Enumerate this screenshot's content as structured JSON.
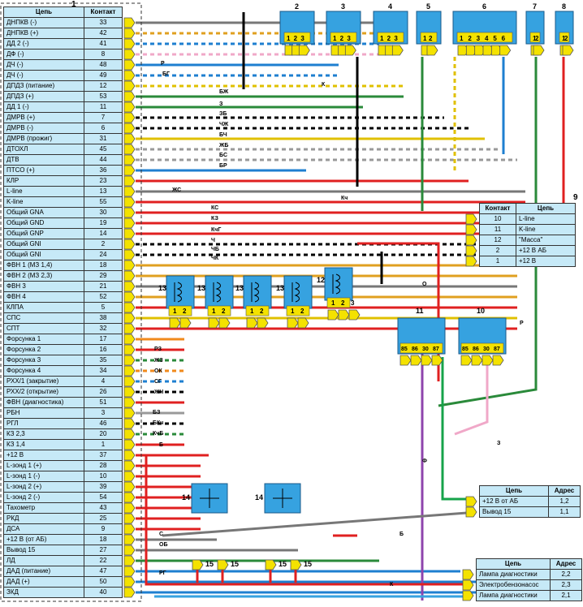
{
  "ecu": {
    "number": "1",
    "col_circuit": "Цепь",
    "col_contact": "Контакт",
    "rows": [
      [
        "ДНПКВ (-)",
        "33"
      ],
      [
        "ДНПКВ (+)",
        "42"
      ],
      [
        "ДД 2 (-)",
        "41"
      ],
      [
        "ДФ (-)",
        "8"
      ],
      [
        "ДЧ (-)",
        "48"
      ],
      [
        "ДЧ (-)",
        "49"
      ],
      [
        "ДПДЗ (питание)",
        "12"
      ],
      [
        "ДПДЗ (+)",
        "53"
      ],
      [
        "ДД 1 (-)",
        "11"
      ],
      [
        "ДМРВ (+)",
        "7"
      ],
      [
        "ДМРВ (-)",
        "6"
      ],
      [
        "ДМРВ (прожиг)",
        "31"
      ],
      [
        "ДТОХЛ",
        "45"
      ],
      [
        "ДТВ",
        "44"
      ],
      [
        "ПТСО (+)",
        "36"
      ],
      [
        "КЛР",
        "23"
      ],
      [
        "L-line",
        "13"
      ],
      [
        "K-line",
        "55"
      ],
      [
        "Общий GNA",
        "30"
      ],
      [
        "Общий GND",
        "19"
      ],
      [
        "Общий GNP",
        "14"
      ],
      [
        "Общий GNI",
        "2"
      ],
      [
        "Общий GNI",
        "24"
      ],
      [
        "ФВН 1 (МЗ 1,4)",
        "18"
      ],
      [
        "ФВН 2 (МЗ 2,3)",
        "29"
      ],
      [
        "ФВН 3",
        "21"
      ],
      [
        "ФВН 4",
        "52"
      ],
      [
        "КЛПА",
        "5"
      ],
      [
        "СПС",
        "38"
      ],
      [
        "СПТ",
        "32"
      ],
      [
        "Форсунка 1",
        "17"
      ],
      [
        "Форсунка 2",
        "16"
      ],
      [
        "Форсунка 3",
        "35"
      ],
      [
        "Форсунка 4",
        "34"
      ],
      [
        "РХХ/1 (закрытие)",
        "4"
      ],
      [
        "РХХ/2 (открытие)",
        "26"
      ],
      [
        "ФВН (диагностика)",
        "51"
      ],
      [
        "РБН",
        "3"
      ],
      [
        "РГЛ",
        "46"
      ],
      [
        "КЗ 2,3",
        "20"
      ],
      [
        "КЗ 1,4",
        "1"
      ],
      [
        "+12 В",
        "37"
      ],
      [
        "L-зонд 1 (+)",
        "28"
      ],
      [
        "L-зонд 1 (-)",
        "10"
      ],
      [
        "L-зонд 2 (+)",
        "39"
      ],
      [
        "L-зонд 2 (-)",
        "54"
      ],
      [
        "Тахометр",
        "43"
      ],
      [
        "РКД",
        "25"
      ],
      [
        "ДСА",
        "9"
      ],
      [
        "+12 В (от АБ)",
        "18"
      ],
      [
        "Вывод 15",
        "27"
      ],
      [
        "ЛД",
        "22"
      ],
      [
        "ДАД (питание)",
        "47"
      ],
      [
        "ДАД (+)",
        "50"
      ],
      [
        "ЗКД",
        "40"
      ]
    ]
  },
  "diag_connector": {
    "number": "9",
    "col_contact": "Контакт",
    "col_circuit": "Цепь",
    "rows": [
      [
        "10",
        "L-line"
      ],
      [
        "11",
        "K-line"
      ],
      [
        "12",
        "\"Масса\""
      ],
      [
        "2",
        "+12 В АБ"
      ],
      [
        "1",
        "+12 В"
      ]
    ]
  },
  "power_table": {
    "col_circuit": "Цепь",
    "col_address": "Адрес",
    "rows": [
      [
        "+12 В от АБ",
        "1,2"
      ],
      [
        "Вывод 15",
        "1,1"
      ]
    ]
  },
  "lamp_table": {
    "col_circuit": "Цепь",
    "col_address": "Адрес",
    "rows": [
      [
        "Лампа диагностики",
        "2,2"
      ],
      [
        "Электробензонасос",
        "2,3"
      ],
      [
        "Лампа диагностики",
        "2,1"
      ]
    ]
  },
  "component_numbers": [
    "2",
    "3",
    "4",
    "5",
    "6",
    "7",
    "8",
    "10",
    "11",
    "12",
    "13",
    "13",
    "13",
    "13",
    "14",
    "14",
    "15",
    "15",
    "15",
    "15"
  ],
  "wire_labels": [
    "Р",
    "БГ",
    "БЖ",
    "З",
    "ЗБ",
    "ЧЖ",
    "БЧ",
    "ЖБ",
    "БС",
    "БР",
    "ЖС",
    "Кч",
    "КС",
    "КЗ",
    "КчГ",
    "Ч",
    "ЧБ",
    "ЧК",
    "К",
    "О",
    "Р",
    "РЗ",
    "ЖЗ",
    "ОК",
    "СГ",
    "ЖЧ",
    "БЗ",
    "БКч",
    "КчБ",
    "Б",
    "С",
    "ОБ",
    "РГ",
    "Ф",
    "З",
    "Б",
    "К"
  ],
  "colors": {
    "table_fill": "#c6e9f7",
    "block_fill": "#36a2e0",
    "connector_fill": "#f4e200",
    "red": "#e02020",
    "green": "#16a34a",
    "orange": "#f08a1c",
    "purple": "#8e44ad",
    "pink": "#f0a8c8"
  }
}
